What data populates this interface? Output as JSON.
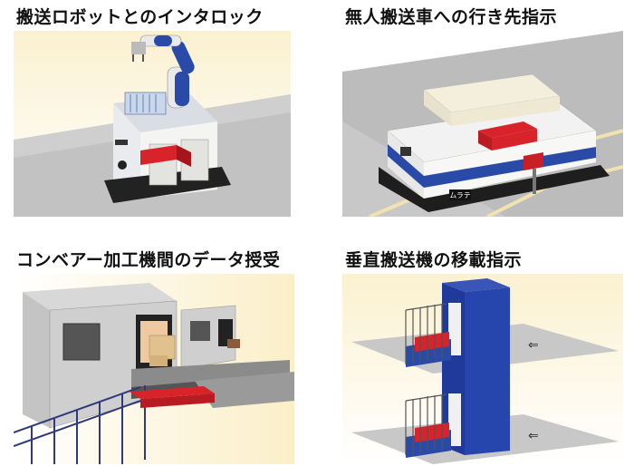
{
  "panels": [
    {
      "title": "搬送ロボットとのインタロック"
    },
    {
      "title": "無人搬送車への行き先指示",
      "agv_badge": "ムラテ"
    },
    {
      "title": "コンベアー加工機間のデータ授受"
    },
    {
      "title": "垂直搬送機の移載指示"
    }
  ],
  "colors": {
    "signal_red": "#d8232a",
    "robot_blue": "#2a4aa8",
    "lifter_blue": "#1f3a9a",
    "floor_gray": "#b8b8b8",
    "warm_bg": "#fbefc8"
  }
}
